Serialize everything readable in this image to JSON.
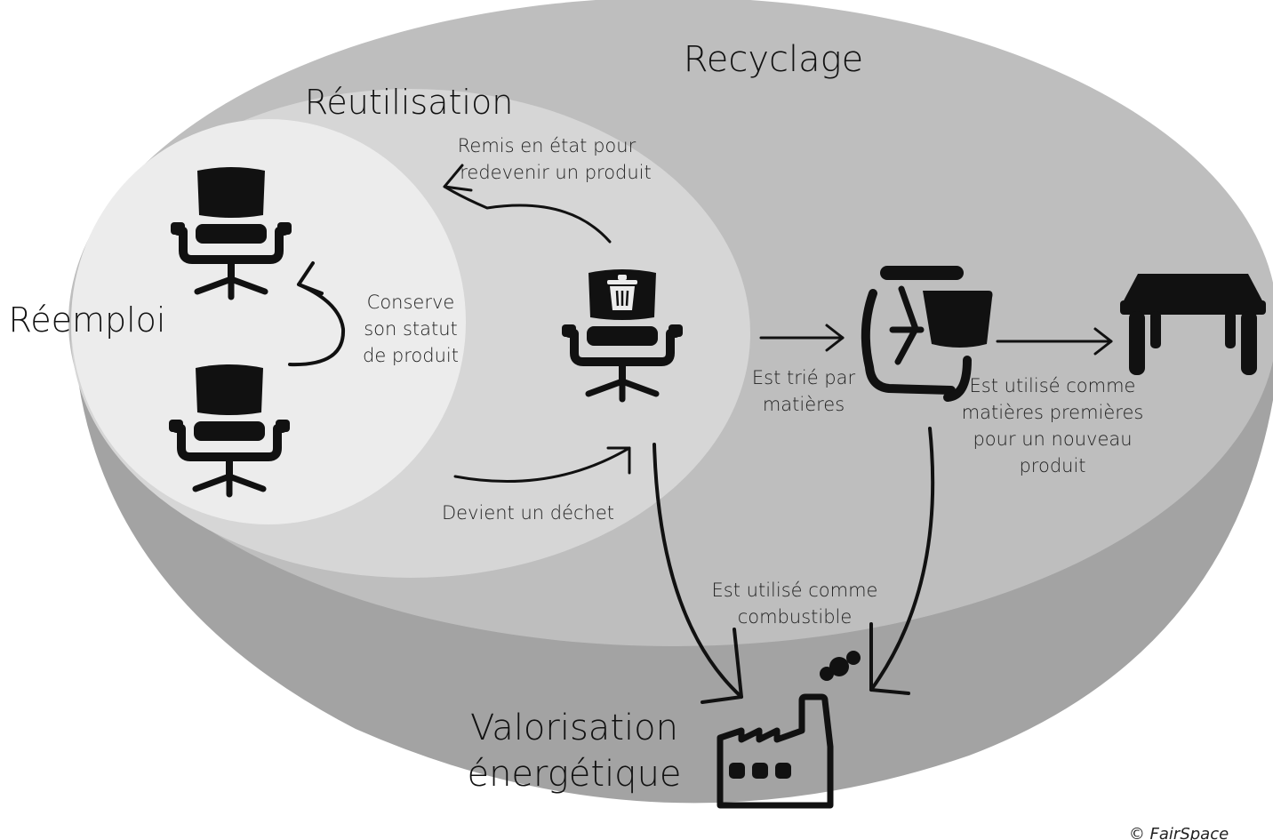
{
  "zones": {
    "recyclage": "Recyclage",
    "reutilisation": "Réutilisation",
    "reemploi": "Réemploi",
    "valorisation_line1": "Valorisation",
    "valorisation_line2": "énergétique"
  },
  "flows": {
    "conserve": [
      "Conserve",
      "son statut",
      "de produit"
    ],
    "remis": [
      "Remis en état pour",
      "redevenir un produit"
    ],
    "devient": "Devient un déchet",
    "trie": [
      "Est trié par",
      "matières"
    ],
    "matieres": [
      "Est utilisé comme",
      "matières premières",
      "pour un nouveau",
      "produit"
    ],
    "combustible": [
      "Est utilisé comme",
      "combustible"
    ]
  },
  "copyright": "© FairSpace",
  "colors": {
    "outer_bowl_dark": "#a3a3a3",
    "outer_bowl_top": "#bebebe",
    "reutilisation_zone": "#d6d6d6",
    "reemploi_zone": "#ececec",
    "icon": "#111111"
  },
  "icons": [
    "office-chair-icon",
    "office-chair-icon",
    "waste-chair-icon",
    "disassembled-chair-icon",
    "table-icon",
    "factory-icon"
  ]
}
